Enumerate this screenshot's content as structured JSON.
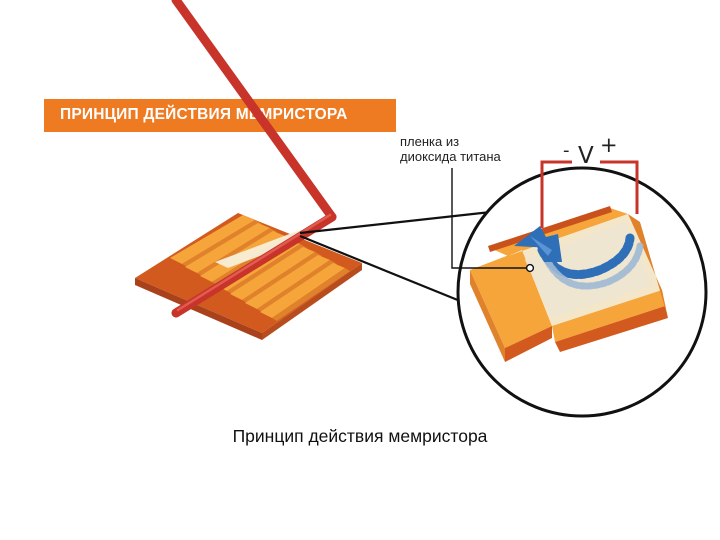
{
  "slide": {
    "title_banner": "ПРИНЦИП ДЕЙСТВИЯ МЕМРИСТОРА",
    "film_label": {
      "line1": "пленка из",
      "line2": "диоксида титана"
    },
    "voltage": {
      "minus": "-",
      "symbol": "V",
      "plus": "+"
    },
    "caption": "Принцип действия мемристора"
  },
  "colors": {
    "banner": "#ee7a22",
    "crossbar_light": "#f6a53b",
    "crossbar_dark": "#d25a1e",
    "wire_red": "#c8342a",
    "blue_electrode": "#2f6fb8"
  },
  "icons": [
    "memristor-crossbar-icon",
    "zoom-circle-icon",
    "memristor-cell-icon",
    "voltage-source-icon"
  ]
}
